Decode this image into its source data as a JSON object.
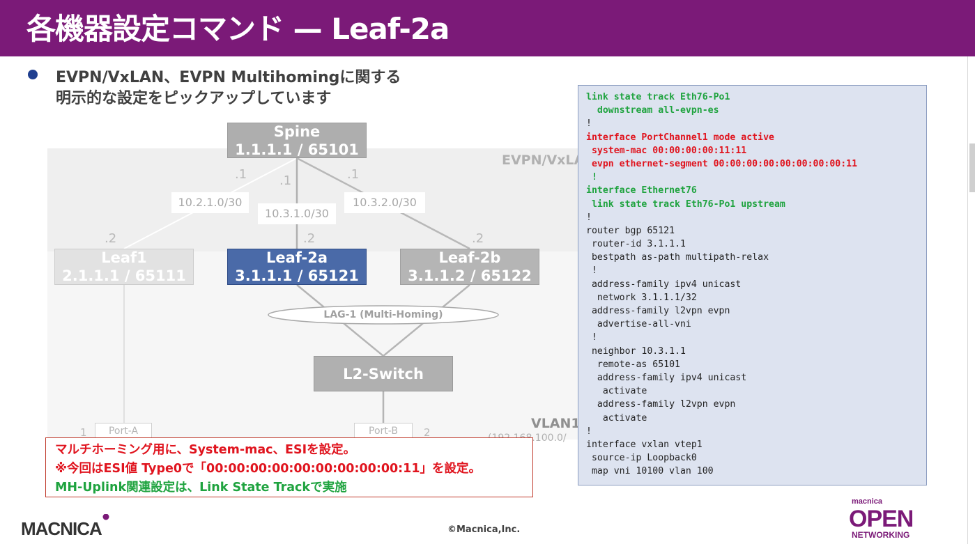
{
  "title": "各機器設定コマンド — Leaf-2a",
  "bullet": {
    "line1": "EVPN/VxLAN、EVPN Multihomingに関する",
    "line2": "明示的な設定をピックアップしています"
  },
  "diagram": {
    "spine": {
      "name": "Spine",
      "addr": "1.1.1.1 / 65101"
    },
    "leaf1": {
      "name": "Leaf1",
      "addr": "2.1.1.1 / 65111"
    },
    "leaf2a": {
      "name": "Leaf-2a",
      "addr": "3.1.1.1 / 65121"
    },
    "leaf2b": {
      "name": "Leaf-2b",
      "addr": "3.1.1.2 / 65122"
    },
    "l2switch": {
      "name": "L2-Switch"
    },
    "subnets": [
      "10.2.1.0/30",
      "10.3.1.0/30",
      "10.3.2.0/30"
    ],
    "spine_if": [
      ".1",
      ".1",
      ".1"
    ],
    "leaf_if": [
      ".2",
      ".2",
      ".2"
    ],
    "lag": "LAG-1 (Multi-Homing)",
    "ports": [
      "Port-A",
      "Port-B"
    ],
    "port_nums": [
      "1",
      "2"
    ],
    "evpn_label": "EVPN/VxLA",
    "vlan_label": "VLAN1",
    "vlan_sub": "(192.168.100.0/"
  },
  "config": [
    {
      "text": "link state track Eth76-Po1",
      "style": "green"
    },
    {
      "text": "  downstream all-evpn-es",
      "style": "green"
    },
    {
      "text": "!",
      "style": "normal"
    },
    {
      "text": "interface PortChannel1 mode active",
      "style": "red"
    },
    {
      "text": " system-mac 00:00:00:00:11:11",
      "style": "red"
    },
    {
      "text": " evpn ethernet-segment 00:00:00:00:00:00:00:00:11",
      "style": "red"
    },
    {
      "text": " !",
      "style": "green"
    },
    {
      "text": "interface Ethernet76",
      "style": "green"
    },
    {
      "text": " link state track Eth76-Po1 upstream",
      "style": "green"
    },
    {
      "text": "!",
      "style": "normal"
    },
    {
      "text": "router bgp 65121",
      "style": "normal"
    },
    {
      "text": " router-id 3.1.1.1",
      "style": "normal"
    },
    {
      "text": " bestpath as-path multipath-relax",
      "style": "normal"
    },
    {
      "text": " !",
      "style": "normal"
    },
    {
      "text": " address-family ipv4 unicast",
      "style": "normal"
    },
    {
      "text": "  network 3.1.1.1/32",
      "style": "normal"
    },
    {
      "text": " address-family l2vpn evpn",
      "style": "normal"
    },
    {
      "text": "  advertise-all-vni",
      "style": "normal"
    },
    {
      "text": " !",
      "style": "normal"
    },
    {
      "text": " neighbor 10.3.1.1",
      "style": "normal"
    },
    {
      "text": "  remote-as 65101",
      "style": "normal"
    },
    {
      "text": "  address-family ipv4 unicast",
      "style": "normal"
    },
    {
      "text": "   activate",
      "style": "normal"
    },
    {
      "text": "  address-family l2vpn evpn",
      "style": "normal"
    },
    {
      "text": "   activate",
      "style": "normal"
    },
    {
      "text": "!",
      "style": "normal"
    },
    {
      "text": "interface vxlan vtep1",
      "style": "normal"
    },
    {
      "text": " source-ip Loopback0",
      "style": "normal"
    },
    {
      "text": " map vni 10100 vlan 100",
      "style": "normal"
    }
  ],
  "notes": [
    {
      "text": "マルチホーミング用に、System-mac、ESIを設定。",
      "color": "#e0141e"
    },
    {
      "text": "※今回はESI値 Type0で「00:00:00:00:00:00:00:00:00:11」を設定。",
      "color": "#e0141e"
    },
    {
      "text": "MH-Uplink関連設定は、Link State Trackで実施",
      "color": "#1fa33f"
    }
  ],
  "footer": {
    "copyright": "©Macnica,Inc.",
    "logo_left": "MACNICA",
    "logo_right_top": "macnica",
    "logo_right_main": "OPEN",
    "logo_right_sub": "NETWORKING"
  },
  "colors": {
    "title_bar": "#7b1a78",
    "leaf2a": "#4a6aa8",
    "green": "#1fa33f",
    "red": "#e0141e"
  }
}
